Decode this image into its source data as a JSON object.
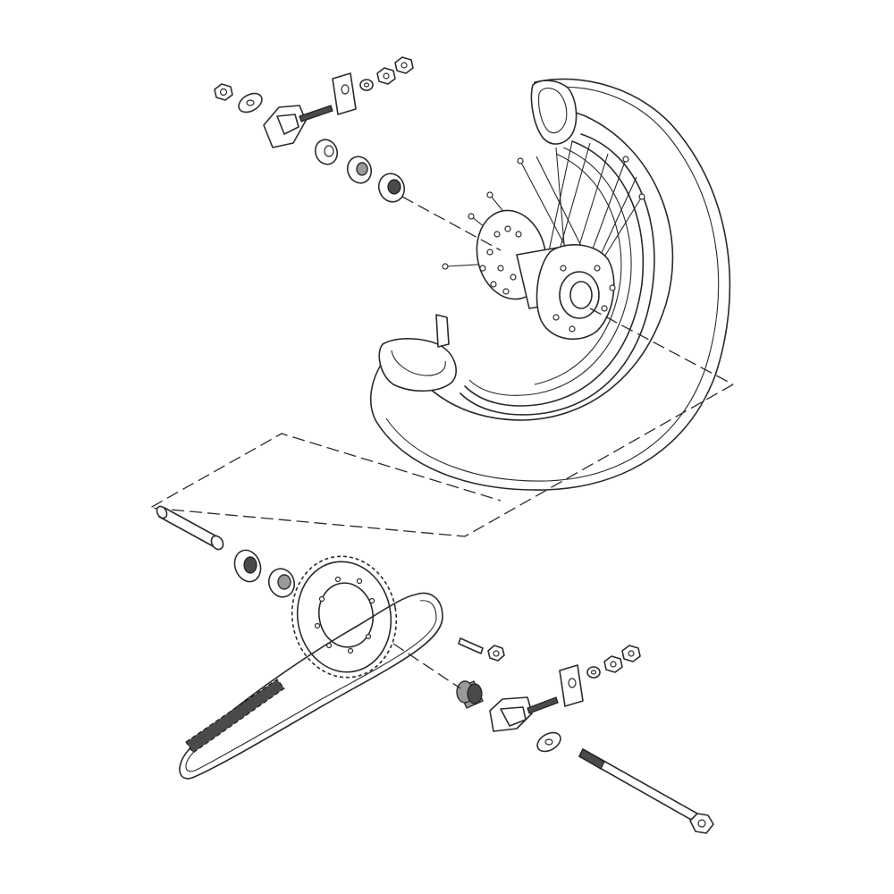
{
  "diagram": {
    "style": "exploded-parts-line-art",
    "colors": {
      "line": "#2a2a2a",
      "paper": "#ffffff",
      "shade": "#9a9a9a",
      "dark": "#4a4a4a"
    },
    "groups": [
      {
        "id": "upper-axle-stack",
        "parts": [
          "nut",
          "flat-washer",
          "chain-adjuster",
          "adjuster-bolt",
          "adjuster-plate",
          "lock-washer",
          "nut",
          "nut",
          "spacer",
          "oil-seal",
          "bearing"
        ]
      },
      {
        "id": "rear-wheel",
        "parts": [
          "tire",
          "rim",
          "spokes",
          "hub",
          "brake-disc"
        ]
      },
      {
        "id": "lower-sprocket-stack",
        "parts": [
          "axle-sleeve",
          "bearing",
          "oil-seal",
          "rear-sprocket",
          "sprocket-stud",
          "flange-nut",
          "chain",
          "sprocket-spacer",
          "chain-adjuster",
          "adjuster-bolt",
          "flat-washer",
          "adjuster-plate",
          "lock-washer",
          "nut",
          "nut",
          "rear-axle"
        ]
      }
    ]
  }
}
